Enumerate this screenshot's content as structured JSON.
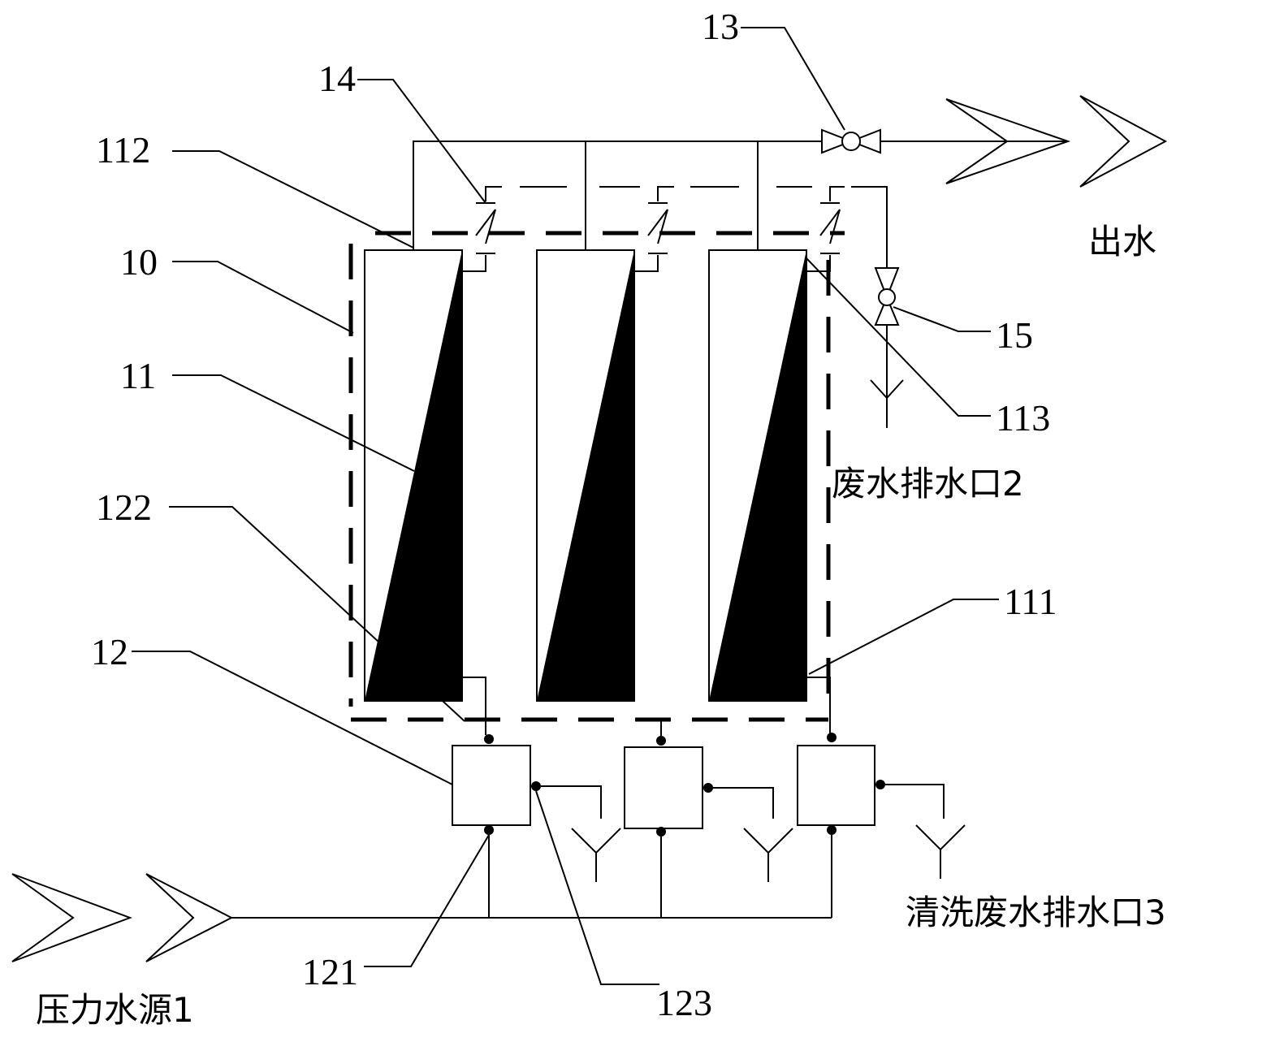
{
  "labels": {
    "n13": "13",
    "n14": "14",
    "n112": "112",
    "n10": "10",
    "n11": "11",
    "n122": "122",
    "n12": "12",
    "n15": "15",
    "n113": "113",
    "n111": "111",
    "n121": "121",
    "n123": "123"
  },
  "text": {
    "outlet": "出水",
    "waste_drain": "废水排水口2",
    "cleaning_drain": "清洗废水排水口3",
    "pressure_source": "压力水源1"
  },
  "colors": {
    "ink": "#000000",
    "background": "#ffffff"
  }
}
